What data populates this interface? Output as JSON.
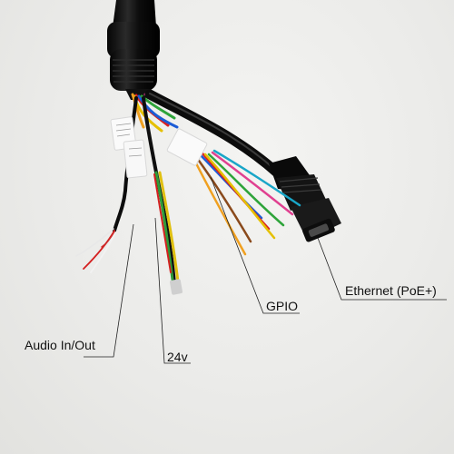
{
  "labels": {
    "audio": "Audio In/Out",
    "power": "24v",
    "gpio": "GPIO",
    "ethernet": "Ethernet (PoE+)"
  }
}
